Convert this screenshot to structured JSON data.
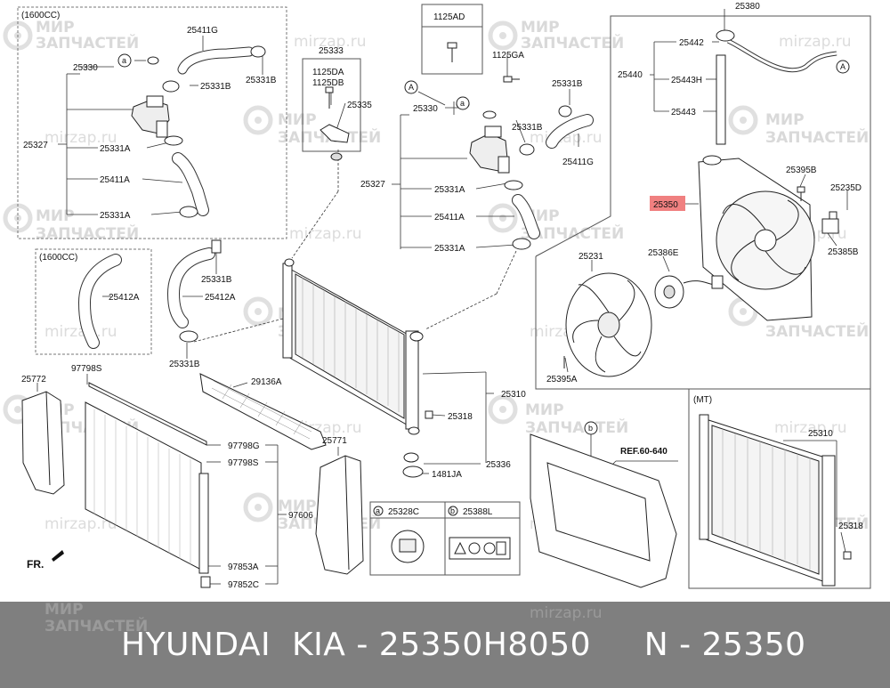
{
  "labels": {
    "l1600cc_a": "(1600CC)",
    "l25411g_a": "25411G",
    "l25330_a": "25330",
    "la_a": "a",
    "l25331b_a": "25331B",
    "l25331b_b": "25331B",
    "l25327_a": "25327",
    "l25331a_a": "25331A",
    "l25411a_a": "25411A",
    "l25331a_b": "25331A",
    "l25333": "25333",
    "l1125da": "1125DA",
    "l1125db": "1125DB",
    "l25335": "25335",
    "l1125ad": "1125AD",
    "l1125ga": "1125GA",
    "lA_b": "A",
    "l25330_b": "25330",
    "la_b": "a",
    "l25331b_c": "25331B",
    "l25331b_d": "25331B",
    "l25411g_b": "25411G",
    "l25327_b": "25327",
    "l25331a_c": "25331A",
    "l25411a_b": "25411A",
    "l25331a_d": "25331A",
    "l25380": "25380",
    "l25442": "25442",
    "lA_c": "A",
    "l25440": "25440",
    "l25443h": "25443H",
    "l25443": "25443",
    "l25395b": "25395B",
    "l25235d": "25235D",
    "l25350": "25350",
    "l25386e": "25386E",
    "l25385b": "25385B",
    "l25231": "25231",
    "l25395a": "25395A",
    "l1600cc_b": "(1600CC)",
    "l25412a_a": "25412A",
    "l25331b_e": "25331B",
    "l25412a_b": "25412A",
    "l25331b_f": "25331B",
    "l25772": "25772",
    "l97798s_a": "97798S",
    "l29136a": "29136A",
    "l25310_a": "25310",
    "l25318_a": "25318",
    "l97798g": "97798G",
    "l97798s_b": "97798S",
    "l97606": "97606",
    "l97853a": "97853A",
    "l97852c": "97852C",
    "l25771": "25771",
    "l25336": "25336",
    "l1481ja": "1481JA",
    "lb_a": "b",
    "lref": "REF.60-640",
    "lmt": "(MT)",
    "l25310_b": "25310",
    "l25318_b": "25318",
    "lfr": "FR.",
    "legend_a_letter": "a",
    "legend_a_code": "25328C",
    "legend_b_letter": "b",
    "legend_b_code": "25388L"
  },
  "watermarks": {
    "ru_top": "МИР",
    "ru_bottom": "ЗАПЧАСТЕЙ",
    "domain": "mirzap.ru"
  },
  "footer": {
    "title": "HYUNDAI  KIA - 25350H8050     N - 25350",
    "wm_ru_top": "МИР",
    "wm_ru_bottom": "ЗАПЧАСТЕЙ",
    "wm_domain": "mirzap.ru"
  },
  "colors": {
    "highlight": "#f08080",
    "footer_bg": "#7f7f7f",
    "watermark": "#d9d9d9"
  }
}
